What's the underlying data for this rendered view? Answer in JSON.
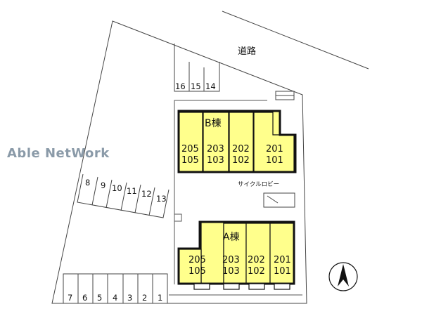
{
  "watermark": "Able NetWork",
  "road_label": "道路",
  "cycle_lobby_label": "サイクルロビー",
  "building_b": {
    "name": "B棟",
    "units": [
      {
        "top": "205",
        "bottom": "105"
      },
      {
        "top": "203",
        "bottom": "103"
      },
      {
        "top": "202",
        "bottom": "102"
      },
      {
        "top": "201",
        "bottom": "101"
      }
    ]
  },
  "building_a": {
    "name": "A棟",
    "units": [
      {
        "top": "205",
        "bottom": "105"
      },
      {
        "top": "203",
        "bottom": "103"
      },
      {
        "top": "202",
        "bottom": "102"
      },
      {
        "top": "201",
        "bottom": "101"
      }
    ]
  },
  "parking_top": [
    "16",
    "15",
    "14"
  ],
  "parking_left": [
    "8",
    "9",
    "10",
    "11",
    "12",
    "13"
  ],
  "parking_bottom": [
    "7",
    "6",
    "5",
    "4",
    "3",
    "2",
    "1"
  ],
  "colors": {
    "unit_fill": "#ffff8c",
    "outline": "#111111",
    "line": "#444444",
    "watermark": "#8a9aa8"
  },
  "icons": {
    "north": "north-arrow-icon"
  }
}
